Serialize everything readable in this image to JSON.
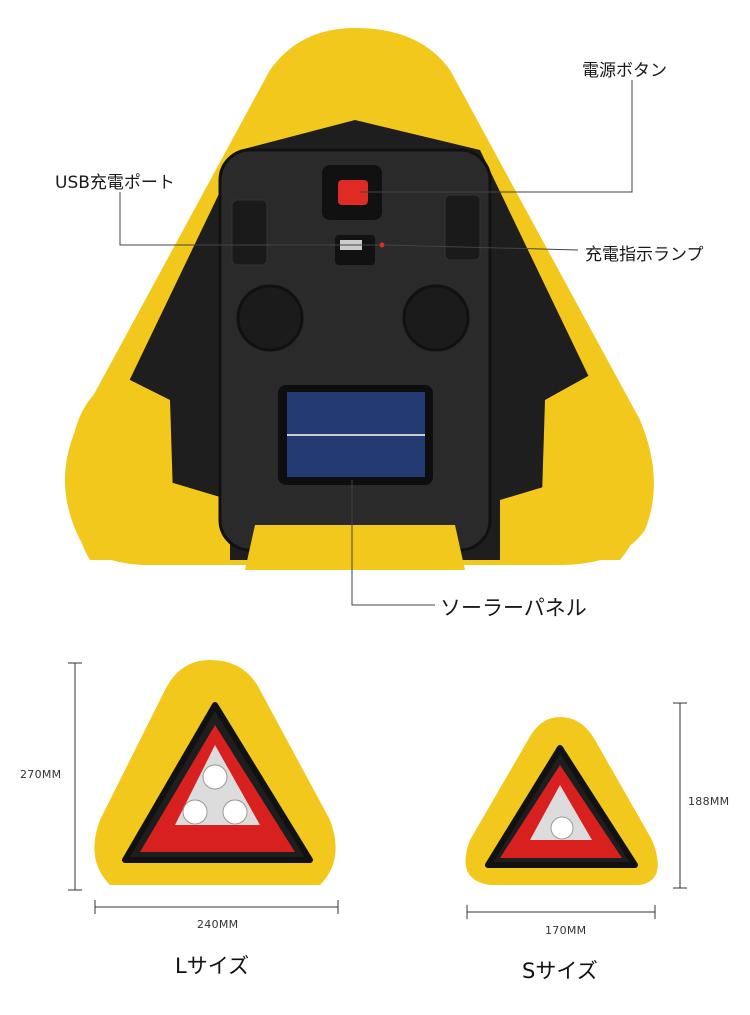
{
  "callouts": {
    "power_button": "電源ボタン",
    "usb_port": "USB充電ポート",
    "charge_lamp": "充電指示ランプ",
    "solar_panel": "ソーラーパネル"
  },
  "large": {
    "height": "270MM",
    "width": "240MM",
    "label": "Lサイズ"
  },
  "small": {
    "height": "188MM",
    "width": "170MM",
    "label": "Sサイズ"
  },
  "colors": {
    "yellow": "#f2c81c",
    "black": "#1c1c1c",
    "red": "#d8201e"
  }
}
